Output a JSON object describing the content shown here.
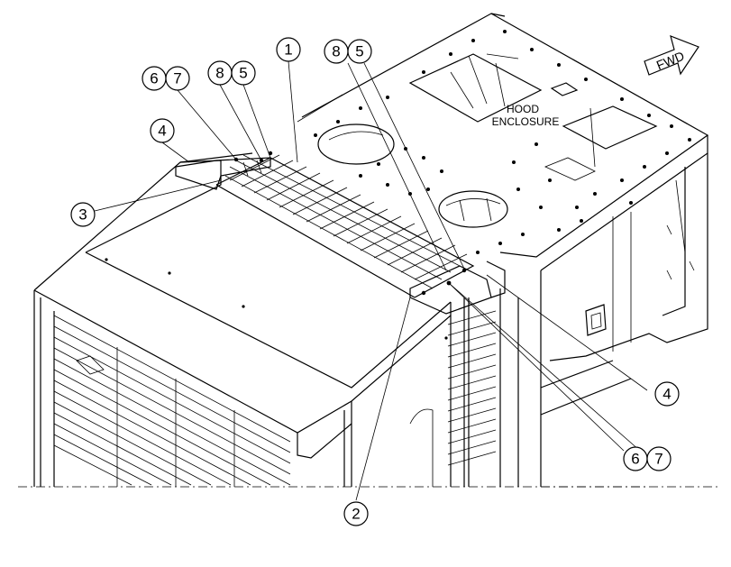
{
  "labels": {
    "hood_line1": "HOOD",
    "hood_line2": "ENCLOSURE",
    "fwd": "FWD"
  },
  "callouts": {
    "c1": "1",
    "c2": "2",
    "c3": "3",
    "c4a": "4",
    "c4b": "4",
    "c5a": "5",
    "c5b": "5",
    "c6a": "6",
    "c6b": "6",
    "c7a": "7",
    "c7b": "7",
    "c8a": "8",
    "c8b": "8"
  }
}
